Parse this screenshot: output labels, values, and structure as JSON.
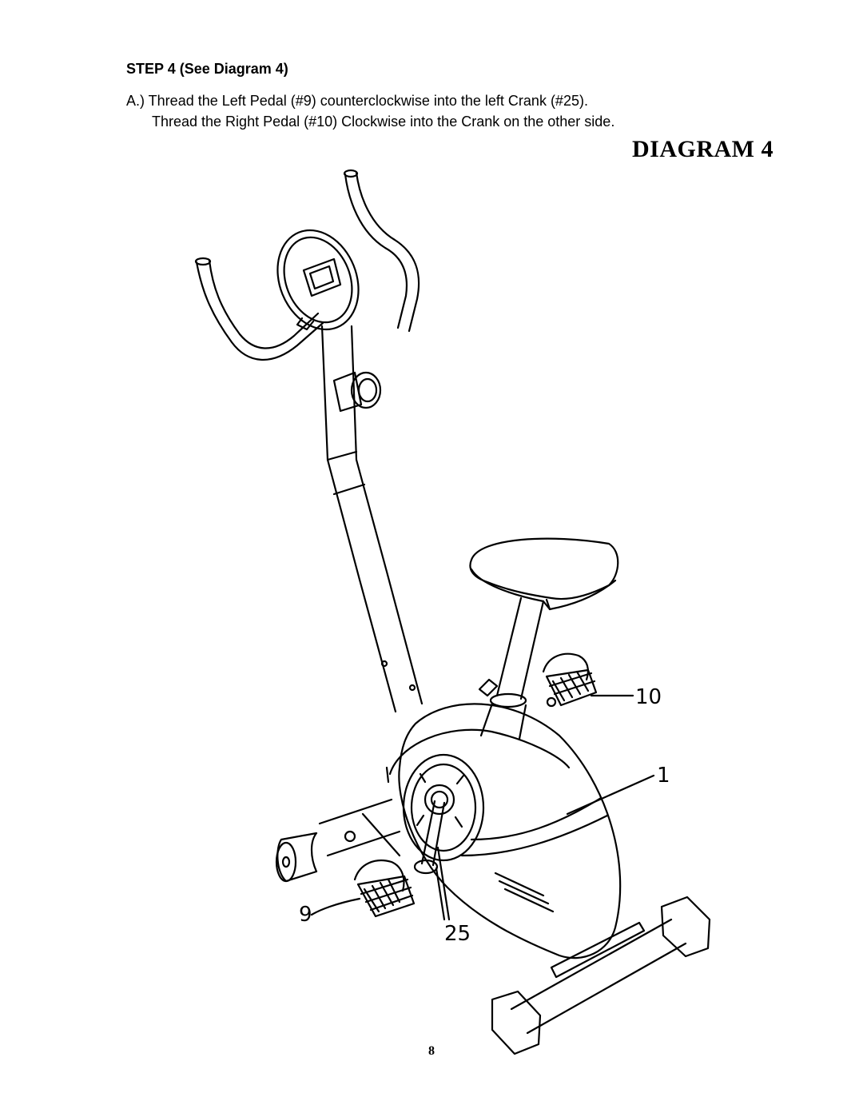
{
  "step": {
    "heading": "STEP 4 (See Diagram 4)",
    "line1": "A.) Thread the Left Pedal (#9) counterclockwise into the left Crank (#25).",
    "line2": "Thread the Right Pedal (#10) Clockwise into the Crank on the other side."
  },
  "diagram": {
    "title": "DIAGRAM 4",
    "callouts": {
      "right_pedal": "10",
      "frame": "1",
      "left_pedal": "9",
      "crank": "25"
    }
  },
  "page_number": "8"
}
